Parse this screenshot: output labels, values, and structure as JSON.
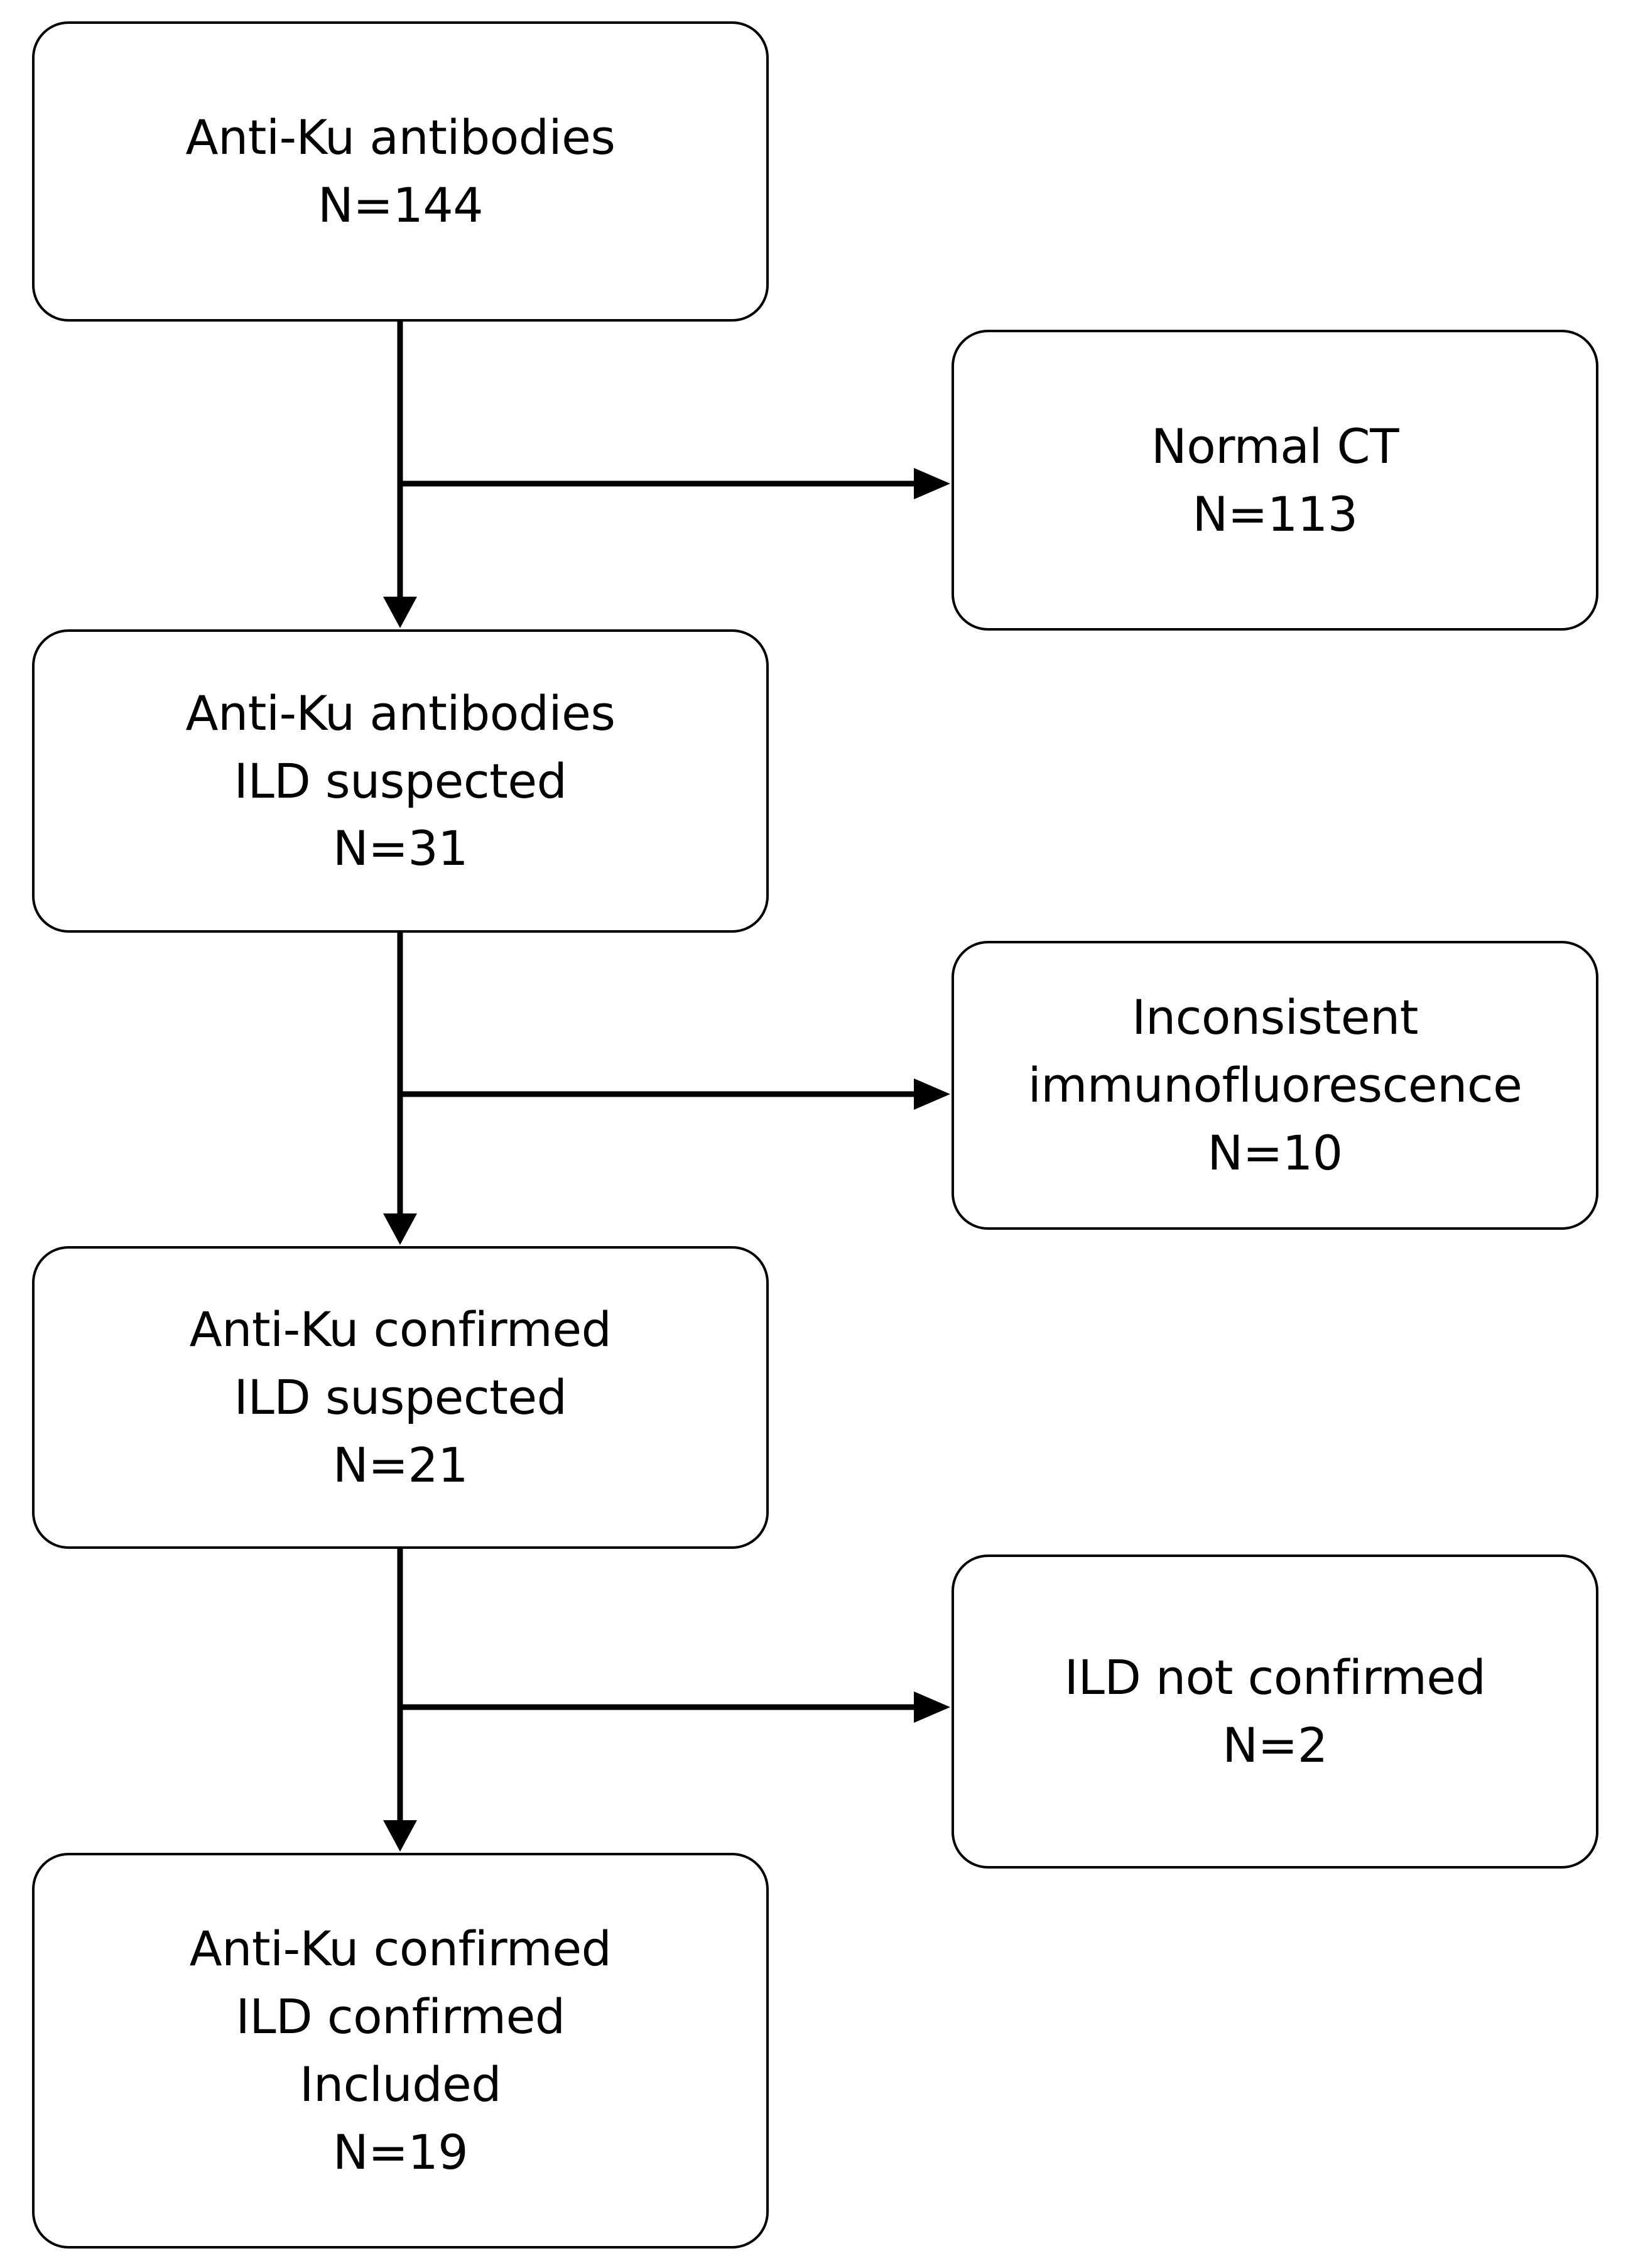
{
  "diagram": {
    "type": "flowchart",
    "orientation": "top-to-bottom",
    "title": "",
    "style": {
      "box_border_color": "#000000",
      "box_fill_color": "#ffffff",
      "text_color": "#000000",
      "arrow_color": "#000000",
      "background": "#ffffff"
    },
    "nodes": [
      {
        "id": "n1",
        "role": "primary",
        "lines": [
          "Anti-Ku antibodies",
          "N=144"
        ],
        "count": 144
      },
      {
        "id": "n2",
        "role": "exclusion",
        "lines": [
          "Normal CT",
          "N=113"
        ],
        "count": 113
      },
      {
        "id": "n3",
        "role": "primary",
        "lines": [
          "Anti-Ku antibodies",
          "ILD suspected",
          "N=31"
        ],
        "count": 31
      },
      {
        "id": "n4",
        "role": "exclusion",
        "lines": [
          "Inconsistent",
          "immunofluorescence",
          "N=10"
        ],
        "count": 10
      },
      {
        "id": "n5",
        "role": "primary",
        "lines": [
          "Anti-Ku confirmed",
          "ILD suspected",
          "N=21"
        ],
        "count": 21
      },
      {
        "id": "n6",
        "role": "exclusion",
        "lines": [
          "ILD not confirmed",
          "N=2"
        ],
        "count": 2
      },
      {
        "id": "n7",
        "role": "primary",
        "lines": [
          "Anti-Ku confirmed",
          "ILD confirmed",
          "Included",
          "N=19"
        ],
        "count": 19
      }
    ],
    "edges": [
      {
        "from": "n1",
        "to": "n3",
        "kind": "down-arrow"
      },
      {
        "from": "n1",
        "to": "n2",
        "kind": "branch-right-arrow"
      },
      {
        "from": "n3",
        "to": "n5",
        "kind": "down-arrow"
      },
      {
        "from": "n3",
        "to": "n4",
        "kind": "branch-right-arrow"
      },
      {
        "from": "n5",
        "to": "n7",
        "kind": "down-arrow"
      },
      {
        "from": "n5",
        "to": "n6",
        "kind": "branch-right-arrow"
      }
    ]
  },
  "node_text": {
    "n1": {
      "l0": "Anti-Ku antibodies",
      "l1": "N=144"
    },
    "n2": {
      "l0": "Normal CT",
      "l1": "N=113"
    },
    "n3": {
      "l0": "Anti-Ku antibodies",
      "l1": "ILD suspected",
      "l2": "N=31"
    },
    "n4": {
      "l0": "Inconsistent",
      "l1": "immunofluorescence",
      "l2": "N=10"
    },
    "n5": {
      "l0": "Anti-Ku confirmed",
      "l1": "ILD suspected",
      "l2": "N=21"
    },
    "n6": {
      "l0": "ILD not confirmed",
      "l1": "N=2"
    },
    "n7": {
      "l0": "Anti-Ku confirmed",
      "l1": "ILD confirmed",
      "l2": "Included",
      "l3": "N=19"
    }
  }
}
